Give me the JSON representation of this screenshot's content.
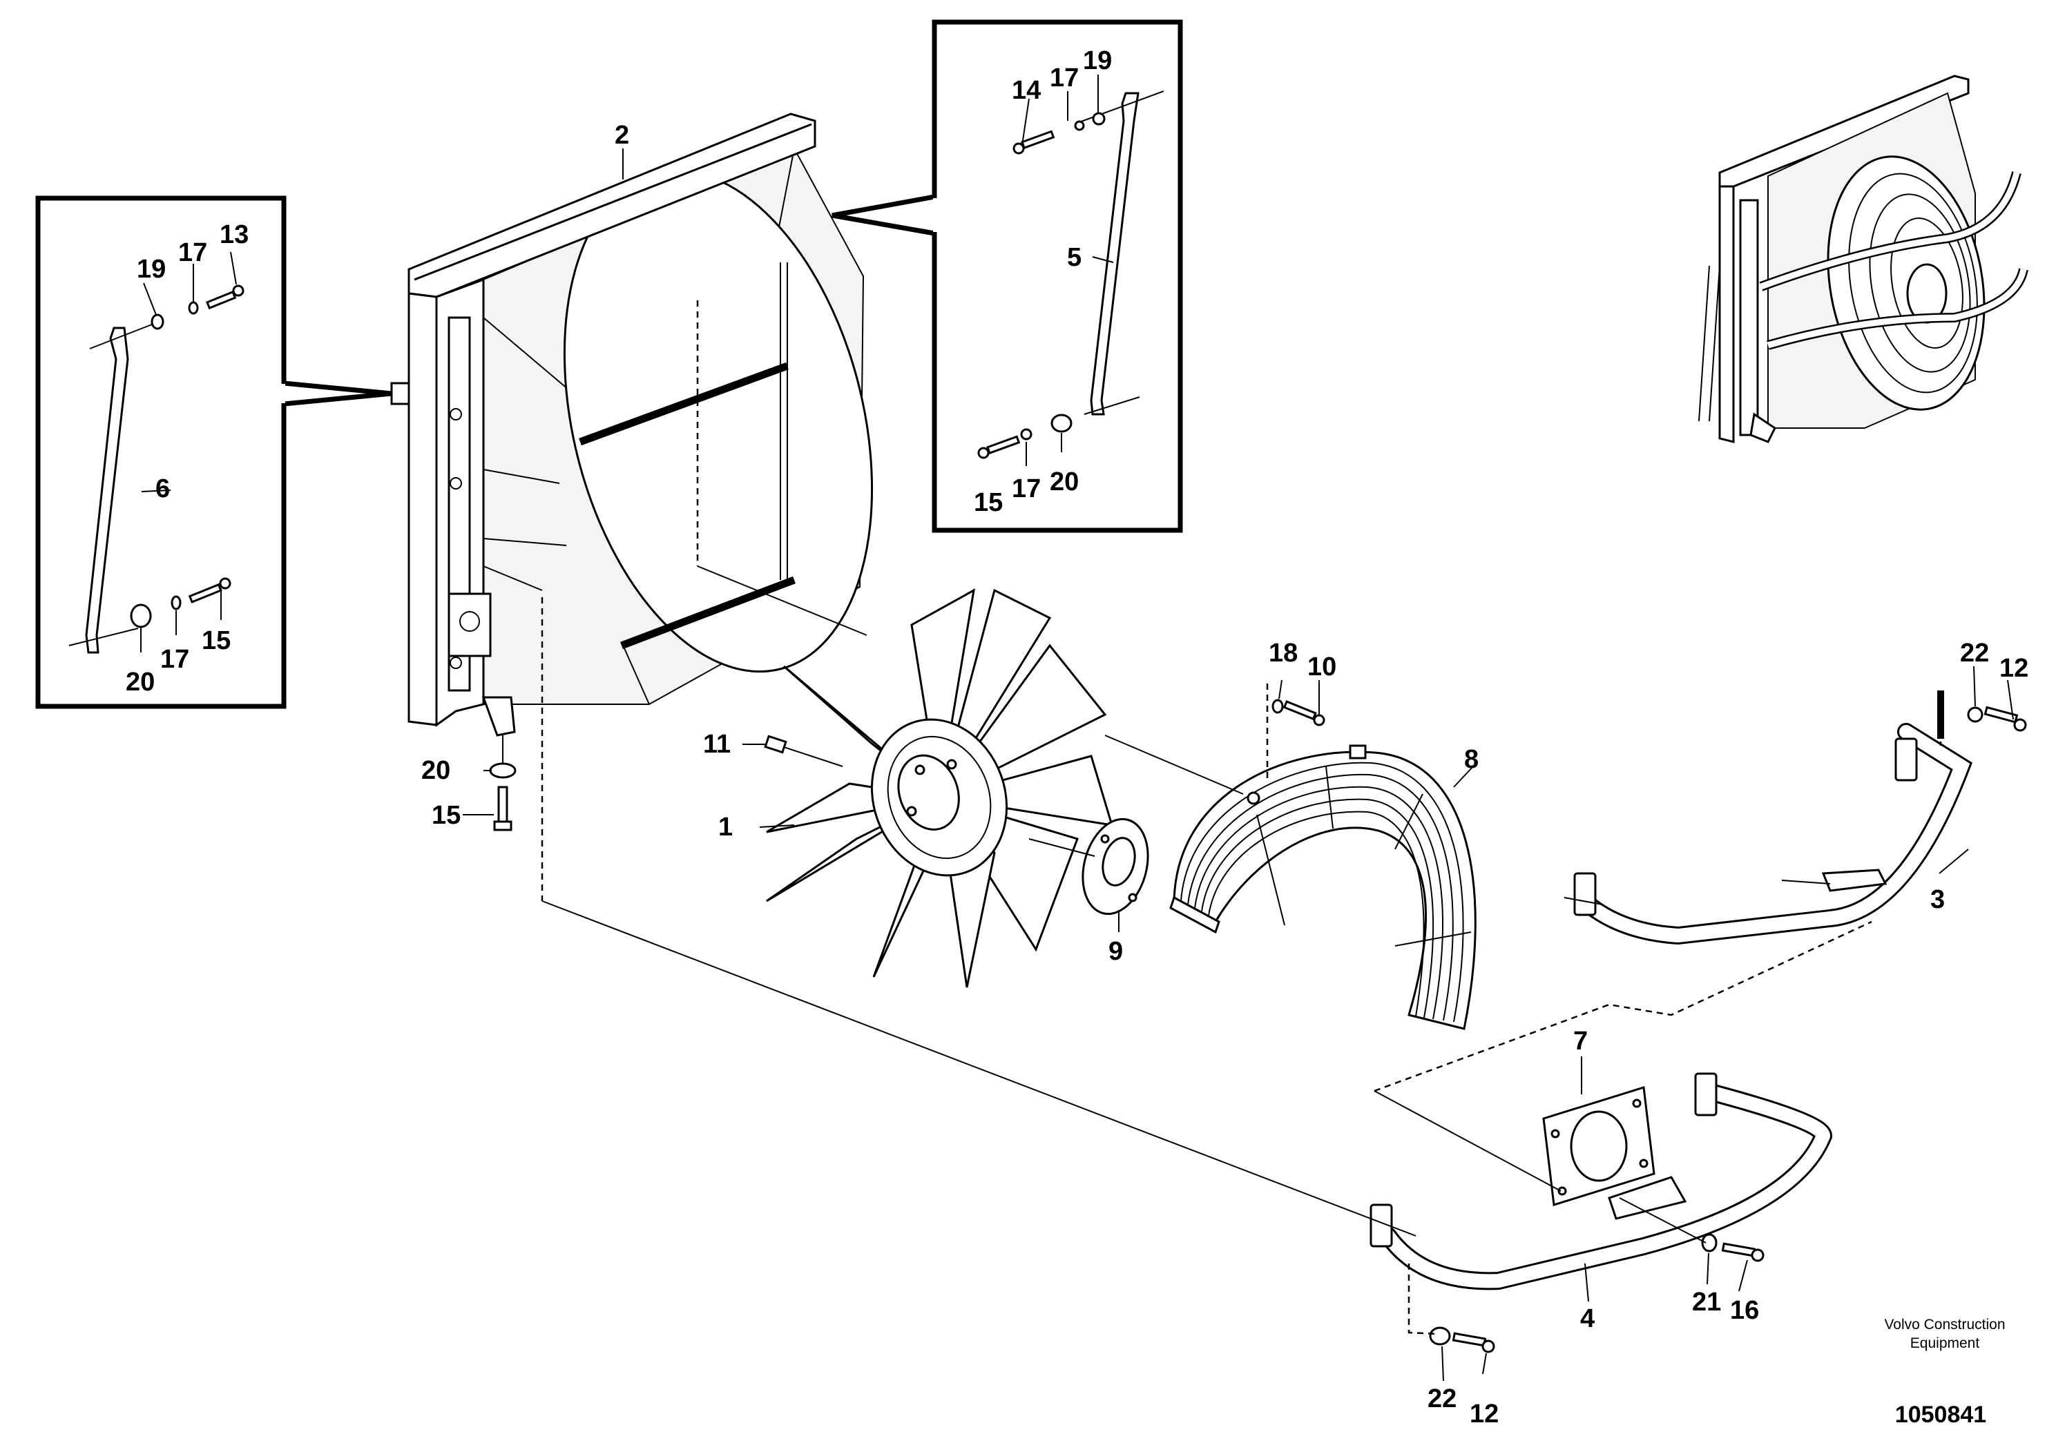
{
  "callouts": {
    "c1": "1",
    "c2": "2",
    "c3": "3",
    "c4": "4",
    "c5": "5",
    "c6": "6",
    "c7": "7",
    "c8": "8",
    "c9": "9",
    "c10": "10",
    "c11": "11",
    "c12a": "12",
    "c12b": "12",
    "c13": "13",
    "c14": "14",
    "c15a": "15",
    "c15b": "15",
    "c15c": "15",
    "c16": "16",
    "c17a": "17",
    "c17b": "17",
    "c17c": "17",
    "c17d": "17",
    "c18": "18",
    "c19a": "19",
    "c19b": "19",
    "c20a": "20",
    "c20b": "20",
    "c20c": "20",
    "c21": "21",
    "c22a": "22",
    "c22b": "22"
  },
  "footer": {
    "brand_line1": "Volvo Construction",
    "brand_line2": "Equipment",
    "doc_number": "1050841"
  }
}
